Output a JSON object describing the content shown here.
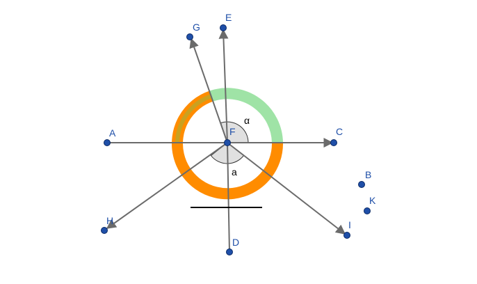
{
  "points": [
    {
      "id": "A",
      "label": "A"
    },
    {
      "id": "B",
      "label": "B"
    },
    {
      "id": "C",
      "label": "C"
    },
    {
      "id": "D",
      "label": "D"
    },
    {
      "id": "E",
      "label": "E"
    },
    {
      "id": "F",
      "label": "F"
    },
    {
      "id": "G",
      "label": "G"
    },
    {
      "id": "H",
      "label": "H"
    },
    {
      "id": "I",
      "label": "I"
    },
    {
      "id": "K",
      "label": "K"
    }
  ],
  "angles": [
    {
      "id": "alpha",
      "label": "α"
    },
    {
      "id": "a",
      "label": "a"
    }
  ],
  "colors": {
    "point": "#1f4fa8",
    "ray": "#6b6b6b",
    "arc_major": "#ff8c00",
    "arc_minor": "#9fe3a6",
    "angle_fill": "#e0e0e0",
    "segment": "#000000"
  }
}
